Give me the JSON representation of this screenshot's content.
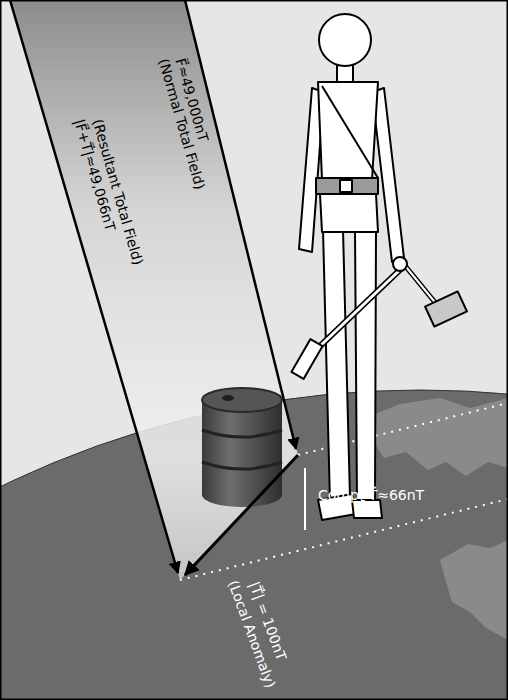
{
  "diagram": {
    "labels": [
      "F⃗≈49,000nT",
      "(Normal Total Field)",
      "|F⃗+T⃗|≈49,066nT",
      "(Resultant Total Field)",
      "|T⃗| = 100nT",
      "(Local Anomaly)",
      "Comp",
      "F",
      "T⃗≈66nT"
    ]
  }
}
